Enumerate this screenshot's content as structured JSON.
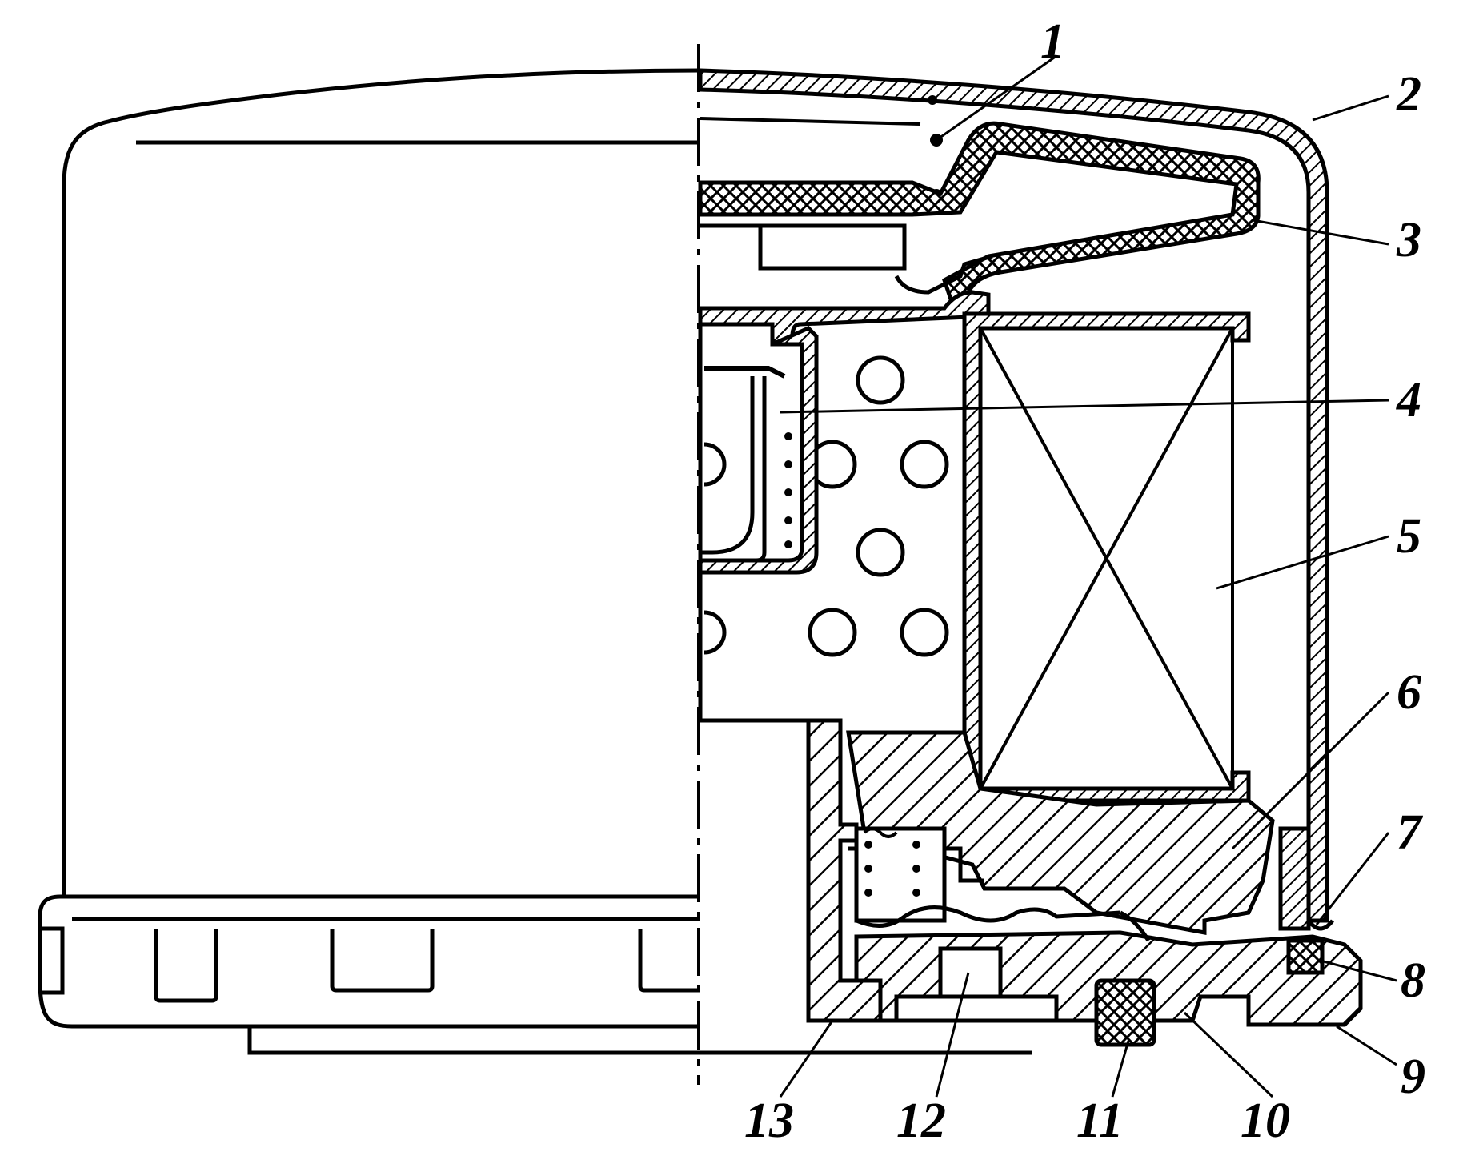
{
  "diagram": {
    "subject": "oil-filter-cross-section",
    "colors": {
      "ink": "#000000",
      "paper": "#ffffff"
    },
    "callouts": [
      {
        "id": "1",
        "text": "1"
      },
      {
        "id": "2",
        "text": "2"
      },
      {
        "id": "3",
        "text": "3"
      },
      {
        "id": "4",
        "text": "4"
      },
      {
        "id": "5",
        "text": "5"
      },
      {
        "id": "6",
        "text": "6"
      },
      {
        "id": "7",
        "text": "7"
      },
      {
        "id": "8",
        "text": "8"
      },
      {
        "id": "9",
        "text": "9"
      },
      {
        "id": "10",
        "text": "10"
      },
      {
        "id": "11",
        "text": "11"
      },
      {
        "id": "12",
        "text": "12"
      },
      {
        "id": "13",
        "text": "13"
      }
    ]
  }
}
